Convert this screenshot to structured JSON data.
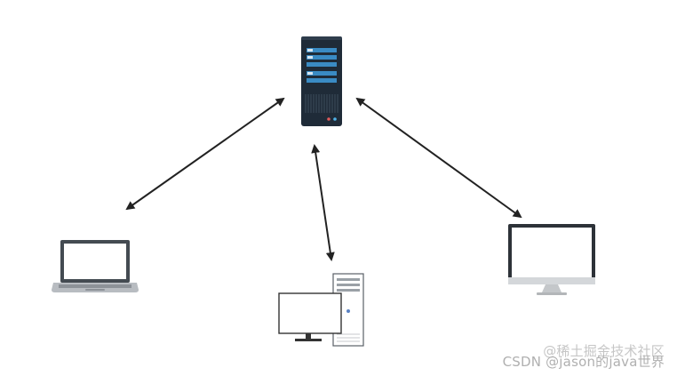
{
  "nodes": {
    "server": {
      "icon": "rack-server-icon"
    },
    "laptop": {
      "icon": "laptop-icon"
    },
    "desktop": {
      "icon": "desktop-tower-icon"
    },
    "monitor": {
      "icon": "monitor-icon"
    }
  },
  "connections": [
    {
      "from": "server",
      "to": "laptop",
      "style": "bidirectional"
    },
    {
      "from": "server",
      "to": "desktop",
      "style": "bidirectional"
    },
    {
      "from": "server",
      "to": "monitor",
      "style": "bidirectional"
    }
  ],
  "watermark": {
    "line1": "@稀土掘金技术社区",
    "line2": "CSDN @jason的java世界"
  },
  "colors": {
    "server_body": "#1f2b38",
    "server_accent": "#3a8bc4",
    "arrow": "#222222",
    "device_frame": "#444b52",
    "device_gray": "#c9ccd0"
  }
}
